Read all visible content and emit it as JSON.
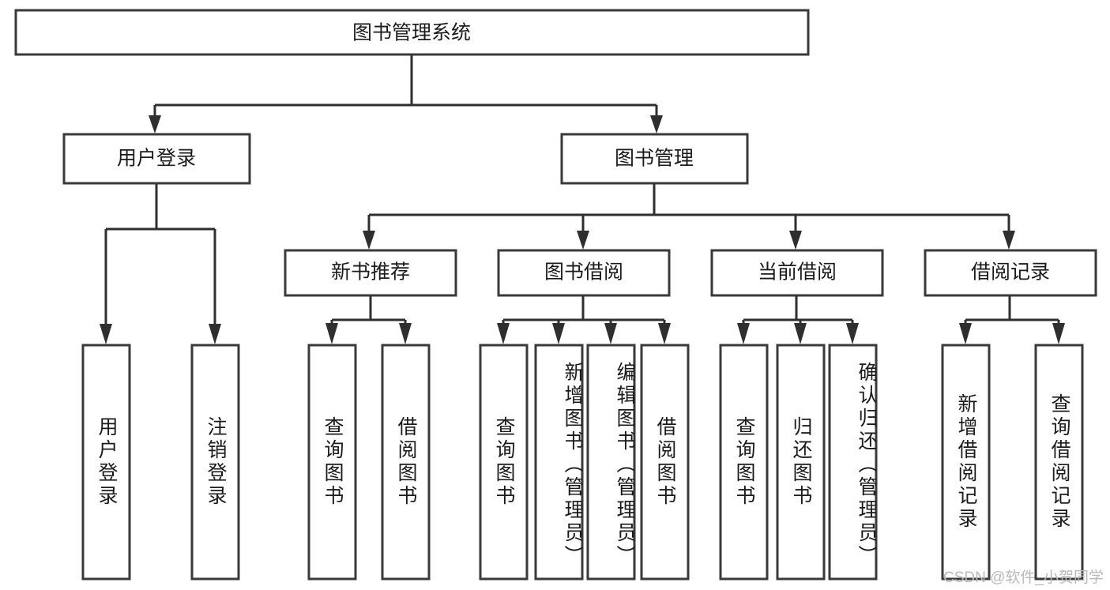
{
  "diagram": {
    "title_node": {
      "label": "图书管理系统"
    },
    "level2": [
      {
        "label": "用户登录"
      },
      {
        "label": "图书管理"
      }
    ],
    "level3": [
      {
        "label": "新书推荐"
      },
      {
        "label": "图书借阅"
      },
      {
        "label": "当前借阅"
      },
      {
        "label": "借阅记录"
      }
    ],
    "leaves": {
      "user_login": [
        {
          "label": "用户登录"
        },
        {
          "label": "注销登录"
        }
      ],
      "new_book": [
        {
          "label": "查询图书"
        },
        {
          "label": "借阅图书"
        }
      ],
      "book_borrow": [
        {
          "label": "查询图书"
        },
        {
          "label": "新增图书（管理员）"
        },
        {
          "label": "编辑图书（管理员）"
        },
        {
          "label": "借阅图书"
        }
      ],
      "current_borrow": [
        {
          "label": "查询图书"
        },
        {
          "label": "归还图书"
        },
        {
          "label": "确认归还（管理员）"
        }
      ],
      "borrow_record": [
        {
          "label": "新增借阅记录"
        },
        {
          "label": "查询借阅记录"
        }
      ]
    }
  },
  "watermark": {
    "text": "CSDN @软件_小贺同学"
  },
  "colors": {
    "stroke": "#3a3a3a",
    "connector": "#2f2f2f",
    "background": "#ffffff",
    "text": "#1b1b1b",
    "watermark": "#b9b9b9"
  }
}
